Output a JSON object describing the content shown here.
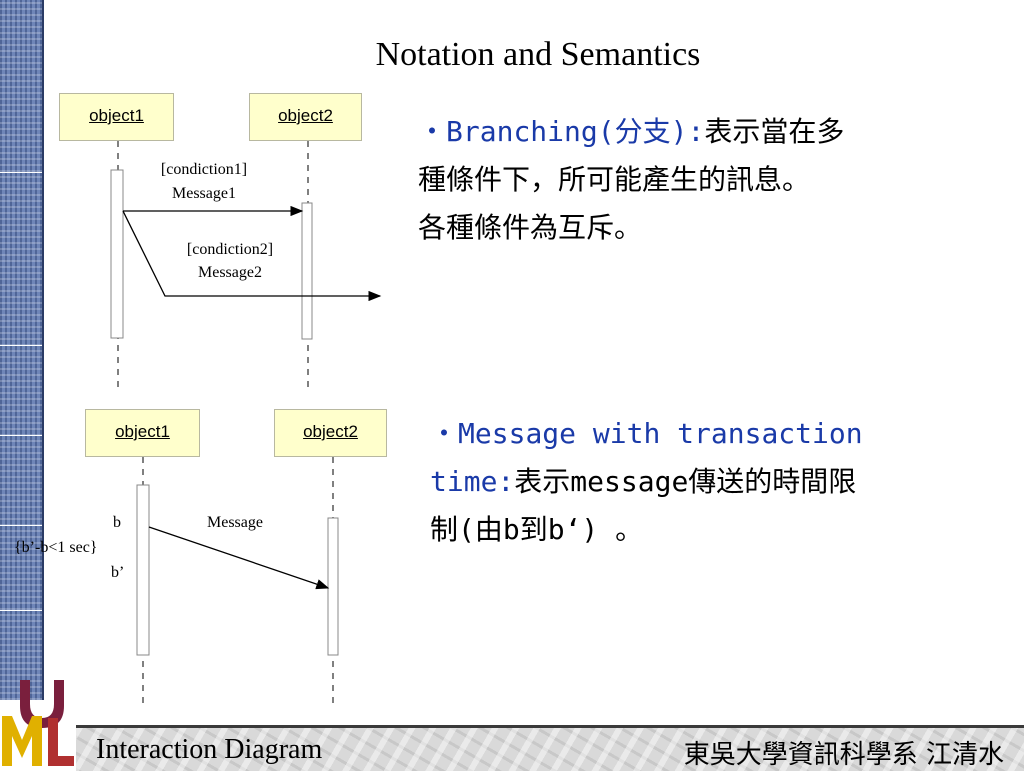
{
  "title": "Notation and Semantics",
  "diagram1": {
    "object1": "object1",
    "object2": "object2",
    "msg1_condition": "[condiction1]",
    "msg1_label": "Message1",
    "msg2_condition": "[condiction2]",
    "msg2_label": "Message2"
  },
  "diagram2": {
    "object1": "object1",
    "object2": "object2",
    "label_b": "b",
    "constraint": "{b’-b<1 sec}",
    "label_b_prime": "b’",
    "message": "Message"
  },
  "bullet1": {
    "marker": "・",
    "term": "Branching(分支):",
    "line1_rest": "表示當在多",
    "line2": "種條件下，所可能產生的訊息。",
    "line3": "各種條件為互斥。"
  },
  "bullet2": {
    "marker": "・",
    "term_line1": "Message with transaction",
    "term_line2": "time:",
    "line2_rest": "表示message傳送的時間限",
    "line3": "制(由b到b‘) 。"
  },
  "footer": {
    "left": "Interaction Diagram",
    "right": "東吳大學資訊科學系 江清水"
  },
  "logo": {
    "icon": "uml-logo-icon",
    "colors": [
      "#7a1f3d",
      "#e0b000",
      "#b03030"
    ]
  },
  "colors": {
    "object_fill": "#ffffcc",
    "bullet_blue": "#1a3aa8",
    "stripe": "#6f86b8"
  }
}
